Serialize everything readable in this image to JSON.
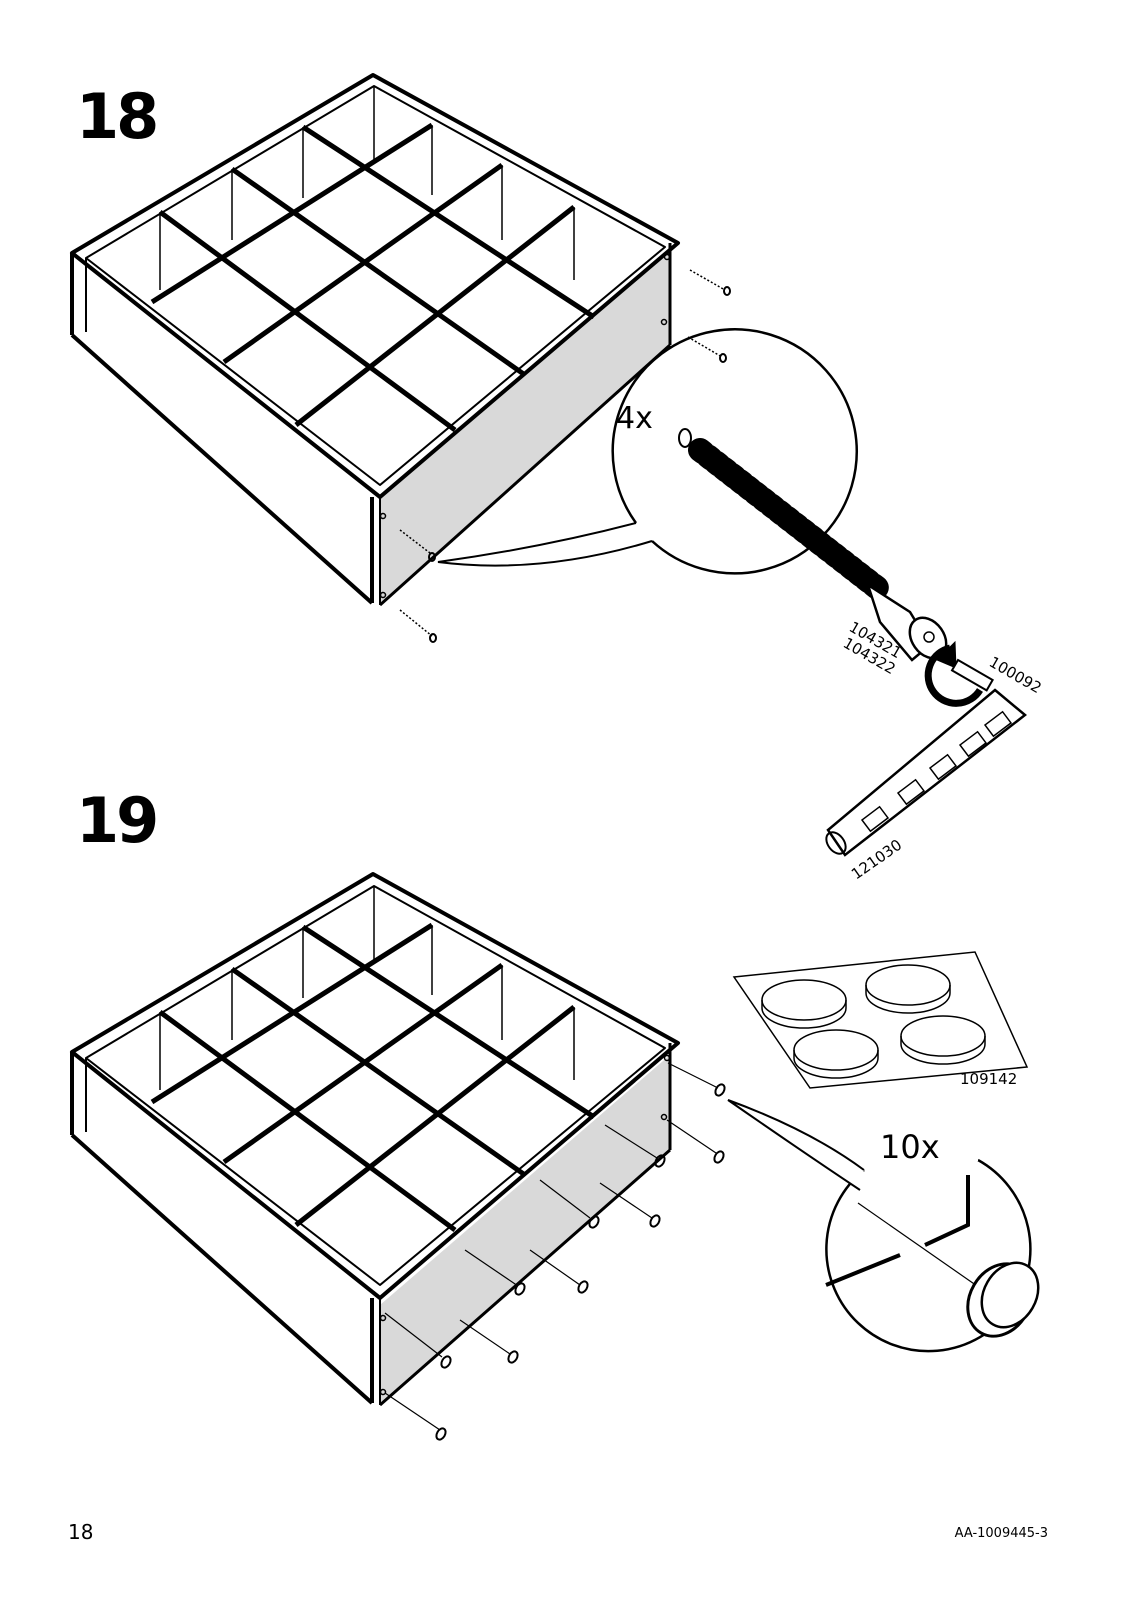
{
  "steps": [
    {
      "number": "18",
      "callout": {
        "quantity": "4x"
      },
      "part_labels": {
        "screw_a": "104321",
        "screw_b": "104322",
        "bit": "100092",
        "handle": "121030"
      }
    },
    {
      "number": "19",
      "callout": {
        "quantity": "10x"
      },
      "part_labels": {
        "bumper_sheet": "109142"
      }
    }
  ],
  "footer": {
    "page_number": "18",
    "doc_code": "AA-1009445-3"
  },
  "colors": {
    "panel_fill": "#d9d9d9",
    "line": "#000000"
  }
}
